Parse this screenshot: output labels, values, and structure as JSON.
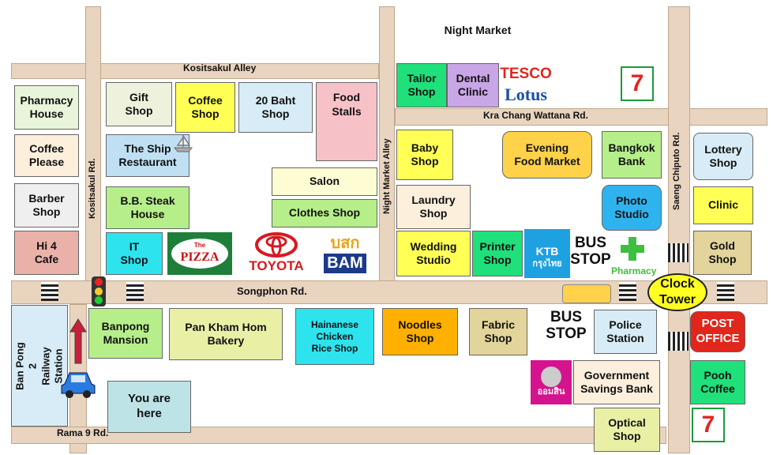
{
  "roads": {
    "kositsakul_alley": "Kositsakul Alley",
    "kositsakul_rd": "Kositsakul Rd.",
    "night_market_alley": "Night Market Alley",
    "kra_chang": "Kra Chang Wattana Rd.",
    "saeng_chiputo": "Saeng Chiputo Rd.",
    "songphon": "Songphon Rd.",
    "rama9": "Rama 9 Rd."
  },
  "places": {
    "night_market": "Night Market",
    "tailor": "Tailor\nShop",
    "dental": "Dental\nClinic",
    "tesco_top": "TESCO",
    "tesco_bottom": "Lotus",
    "seven_top": "7",
    "seven_bottom": "7",
    "pharmacy_house": "Pharmacy\nHouse",
    "gift": "Gift\nShop",
    "coffee_shop": "Coffee\nShop",
    "baht20": "20 Baht\nShop",
    "food_stalls": "Food\nStalls",
    "coffee_please": "Coffee\nPlease",
    "ship": "The Ship\nRestaurant",
    "baby": "Baby\nShop",
    "evening": "Evening\nFood Market",
    "bangkok_bank": "Bangkok\nBank",
    "lottery": "Lottery\nShop",
    "salon": "Salon",
    "barber": "Barber\nShop",
    "bb_steak": "B.B. Steak\nHouse",
    "laundry": "Laundry\nShop",
    "photo": "Photo\nStudio",
    "clinic": "Clinic",
    "clothes": "Clothes Shop",
    "hi4": "Hi 4\nCafe",
    "it_shop": "IT\nShop",
    "pizza": "PIZZA",
    "pizza_small": "The",
    "toyota": "TOYOTA",
    "bam_thai": "บสก",
    "bam": "BAM",
    "wedding": "Wedding\nStudio",
    "printer": "Printer\nShop",
    "ktb": "KTB",
    "ktb_thai": "กรุงไทย",
    "bus_stop_1": "BUS\nSTOP",
    "pharmacy": "Pharmacy",
    "gold": "Gold\nShop",
    "clock": "Clock\nTower",
    "banpong": "Banpong\nMansion",
    "pan_kham": "Pan Kham Hom\nBakery",
    "hainanese": "Hainanese\nChicken\nRice Shop",
    "noodles": "Noodles\nShop",
    "fabric": "Fabric\nShop",
    "bus_stop_2": "BUS\nSTOP",
    "police": "Police\nStation",
    "post_office": "POST\nOFFICE",
    "railway": "Ban Pong 2\nRailway Station",
    "you_are_here": "You are\nhere",
    "gsb": "Government\nSavings Bank",
    "gsb_logo": "ออมสิน",
    "pooh": "Pooh\nCoffee",
    "optical": "Optical\nShop"
  },
  "colors": {
    "road": "#e9d4bf",
    "yellow": "#ffff55",
    "green": "#b6ef8a",
    "cyan": "#2de3ee",
    "orange": "#ffb000",
    "pink": "#f7c1c8",
    "blue": "#bfe0f3"
  },
  "icons": [
    "ship-icon",
    "traffic-light-icon",
    "car-icon",
    "up-arrow-icon",
    "bus-icon",
    "pharmacy-cross-icon"
  ]
}
